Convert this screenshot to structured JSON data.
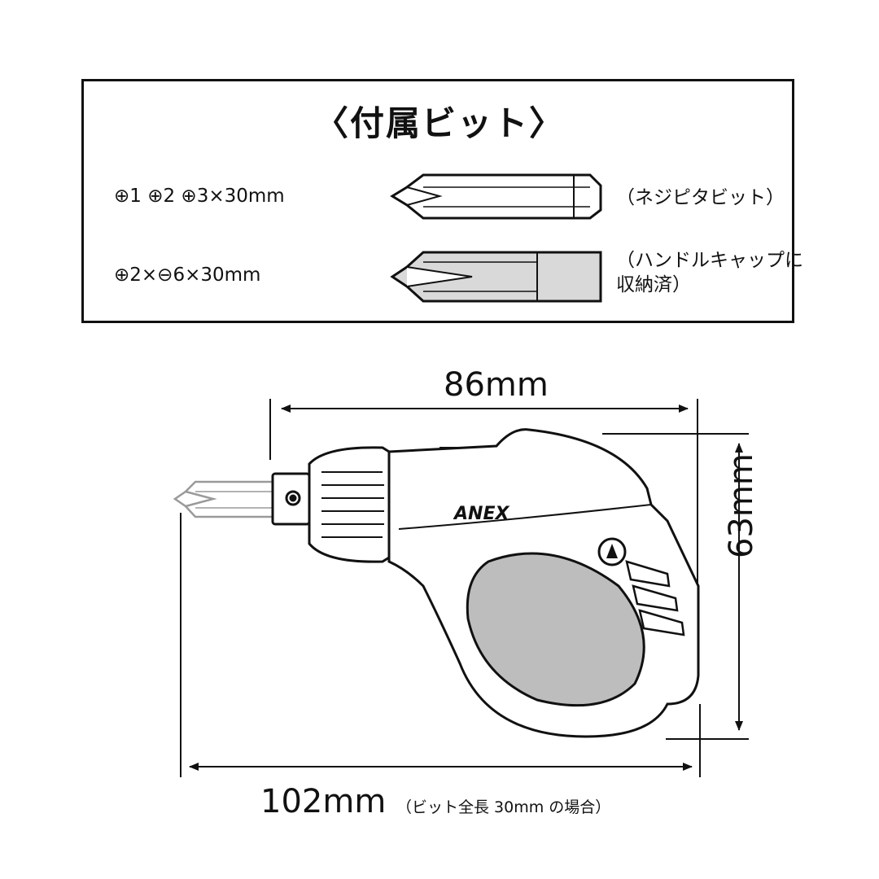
{
  "bits_box": {
    "title": "〈付属ビット〉",
    "row1_sizes": "⊕1  ⊕2  ⊕3×30mm",
    "row1_note": "（ネジピタビット）",
    "row2_sizes": "⊕2×⊖6×30mm",
    "row2_note_line1": "（ハンドルキャップに",
    "row2_note_line2": "収納済）"
  },
  "drawing": {
    "brand": "ANEX"
  },
  "dimensions": {
    "body_length": "86mm",
    "height": "63mm",
    "total_length": "102mm",
    "total_length_note": "（ビット全長 30mm の場合）"
  },
  "colors": {
    "ink": "#111111",
    "grip_fill": "#bdbdbd",
    "bit_fill": "#d9d9d9",
    "ghost_bit": "#9a9a9a"
  }
}
